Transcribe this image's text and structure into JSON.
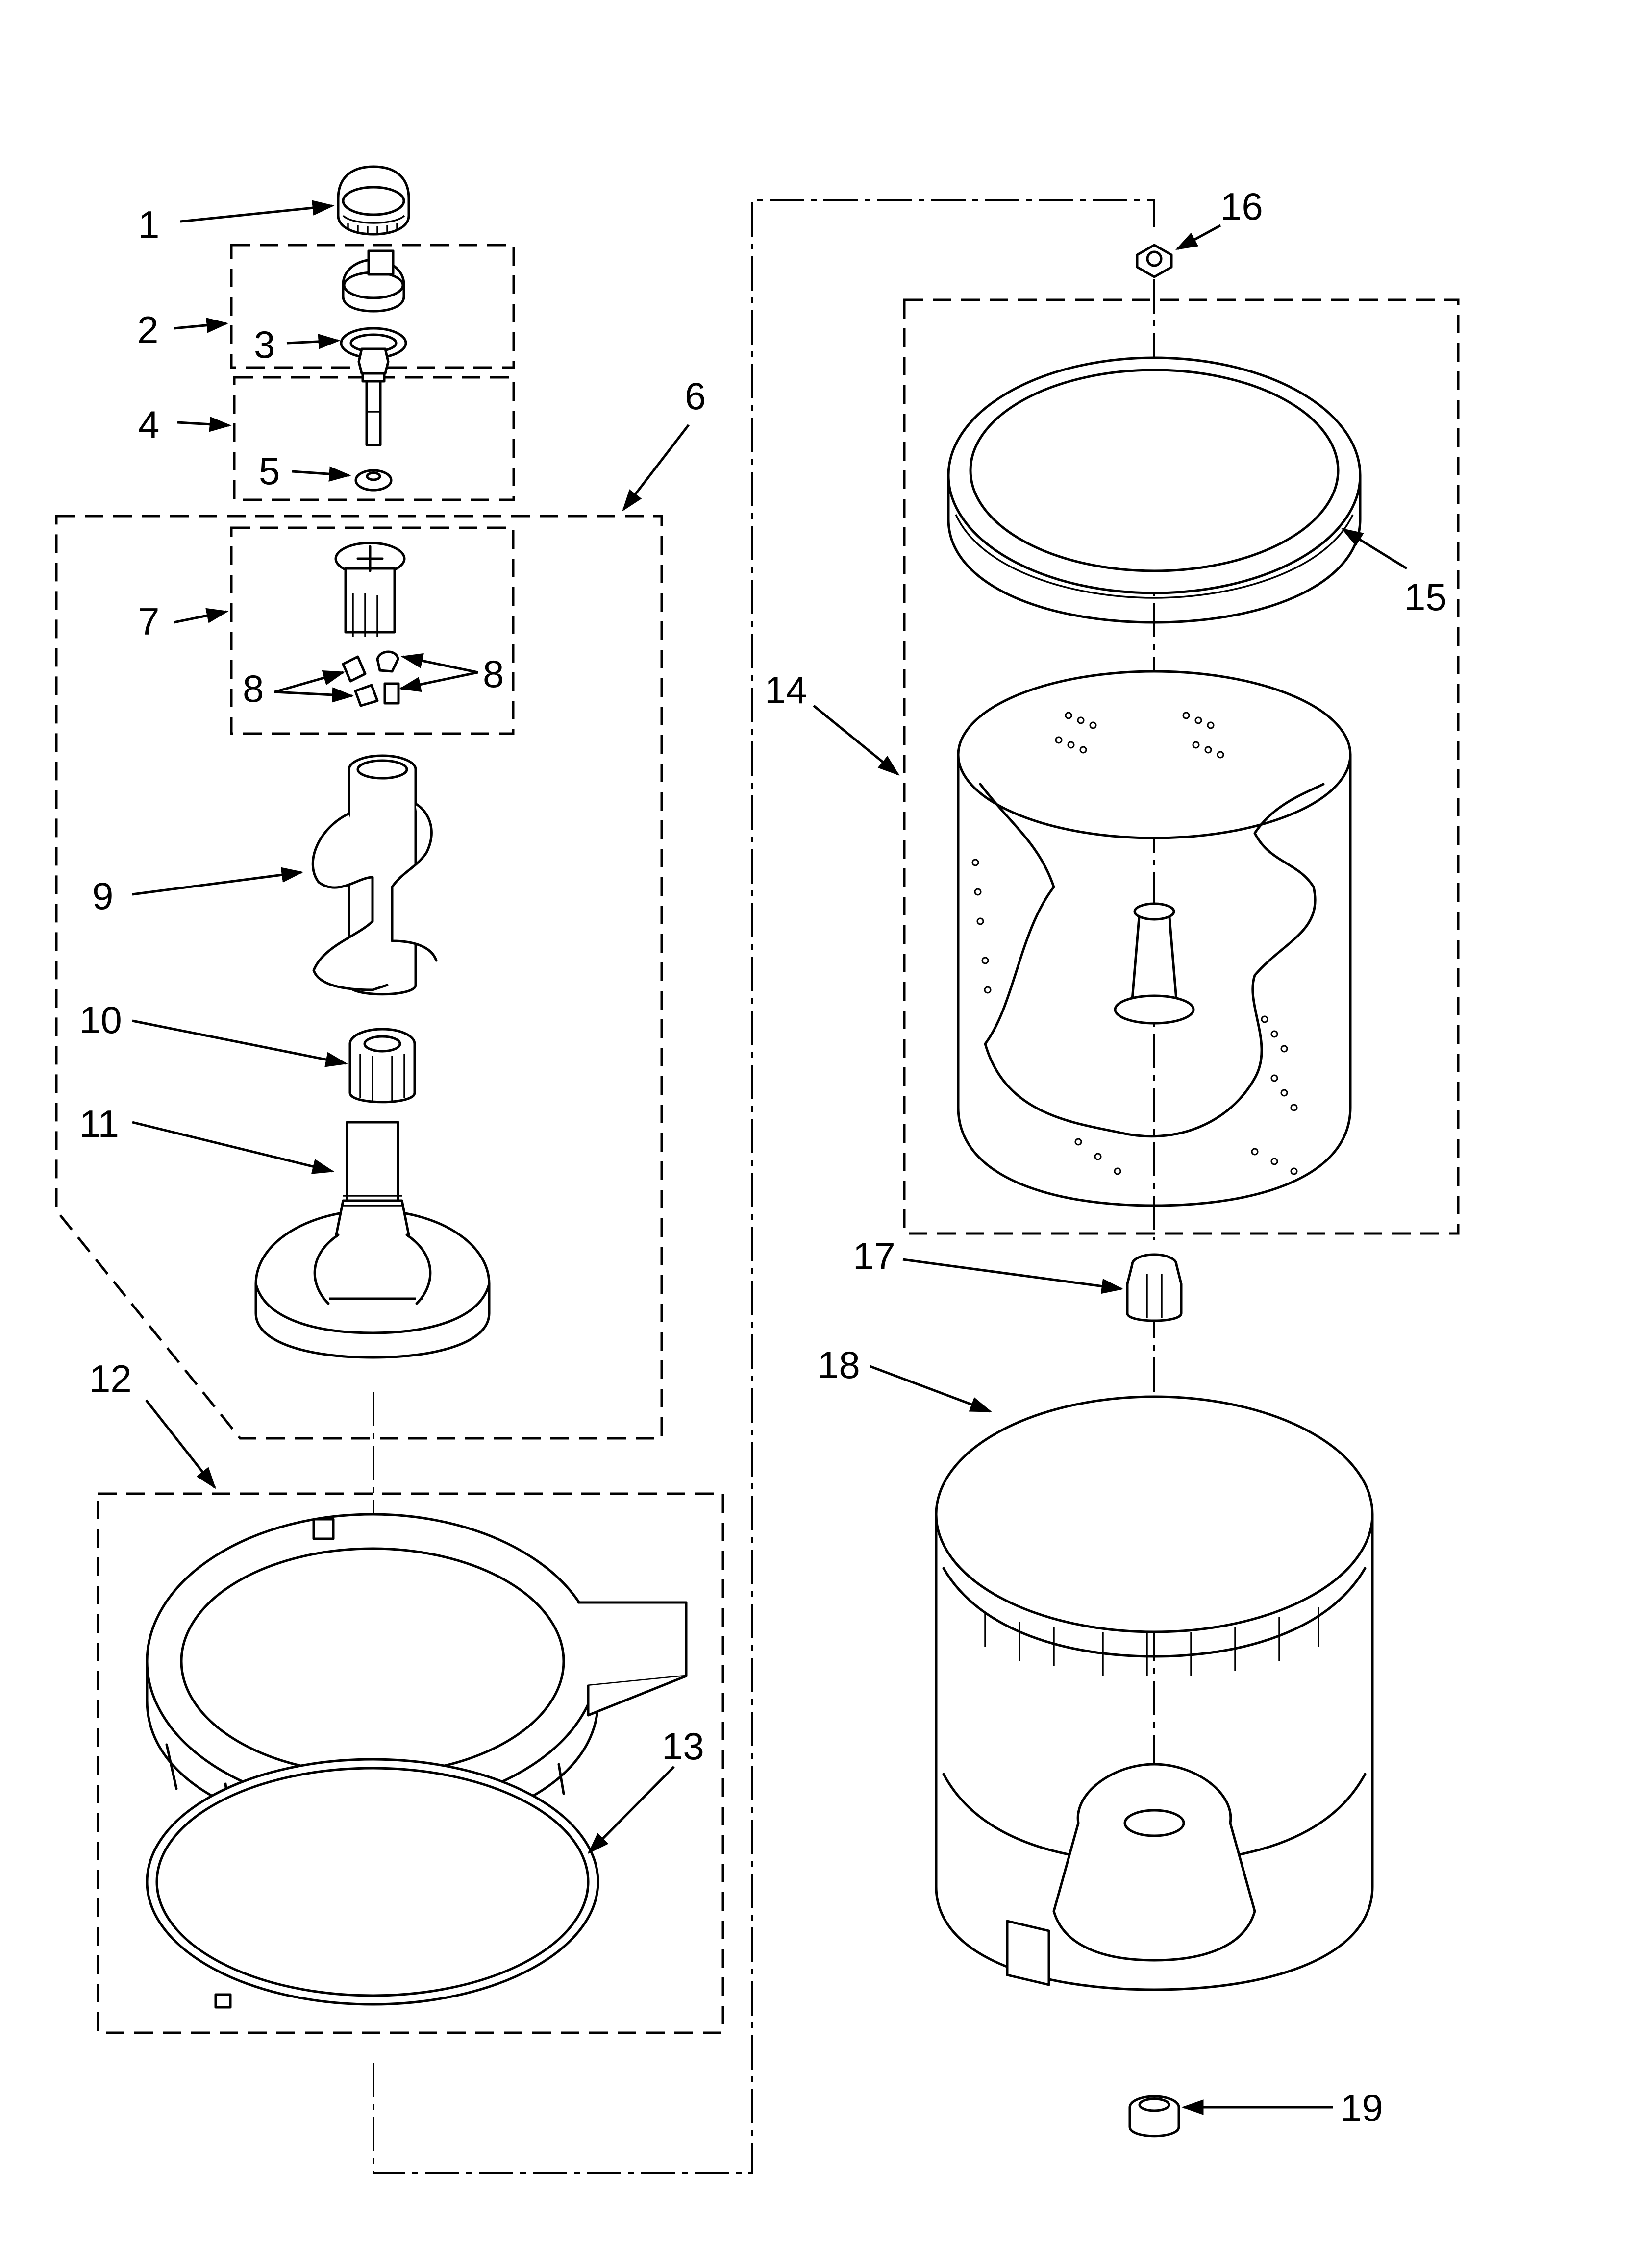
{
  "diagram": {
    "callouts": [
      "1",
      "2",
      "3",
      "4",
      "5",
      "6",
      "7",
      "8",
      "8",
      "9",
      "10",
      "11",
      "12",
      "13",
      "14",
      "15",
      "16",
      "17",
      "18",
      "19"
    ]
  }
}
